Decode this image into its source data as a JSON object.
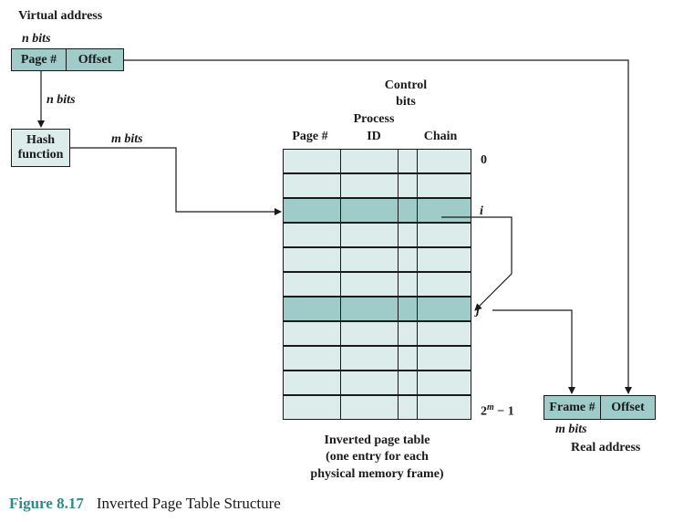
{
  "virtual_address": {
    "title": "Virtual address",
    "bits_label": "n bits",
    "page_field": "Page #",
    "offset_field": "Offset"
  },
  "hash": {
    "input_bits_label": "n bits",
    "box_line1": "Hash",
    "box_line2": "function",
    "output_bits_label": "m bits"
  },
  "table": {
    "headers": {
      "page": "Page #",
      "process_line1": "Process",
      "process_line2": "ID",
      "control_line1": "Control",
      "control_line2": "bits",
      "chain": "Chain"
    },
    "row_labels": {
      "first": "0",
      "i": "i",
      "j": "j",
      "last": "2",
      "last_sup": "m",
      "last_suffix": " − 1"
    },
    "rows": 11,
    "highlighted_rows": [
      2,
      6
    ],
    "caption_line1": "Inverted page table",
    "caption_line2": "(one entry for each",
    "caption_line3": "physical memory frame)"
  },
  "real_address": {
    "frame_field": "Frame #",
    "offset_field": "Offset",
    "bits_label": "m bits",
    "title": "Real address"
  },
  "figure": {
    "number": "Figure 8.17",
    "title": "Inverted Page Table Structure"
  },
  "colors": {
    "highlight": "#9fcbc9",
    "table_fill": "#dbeceb",
    "figure_label": "#2e8b8a"
  }
}
